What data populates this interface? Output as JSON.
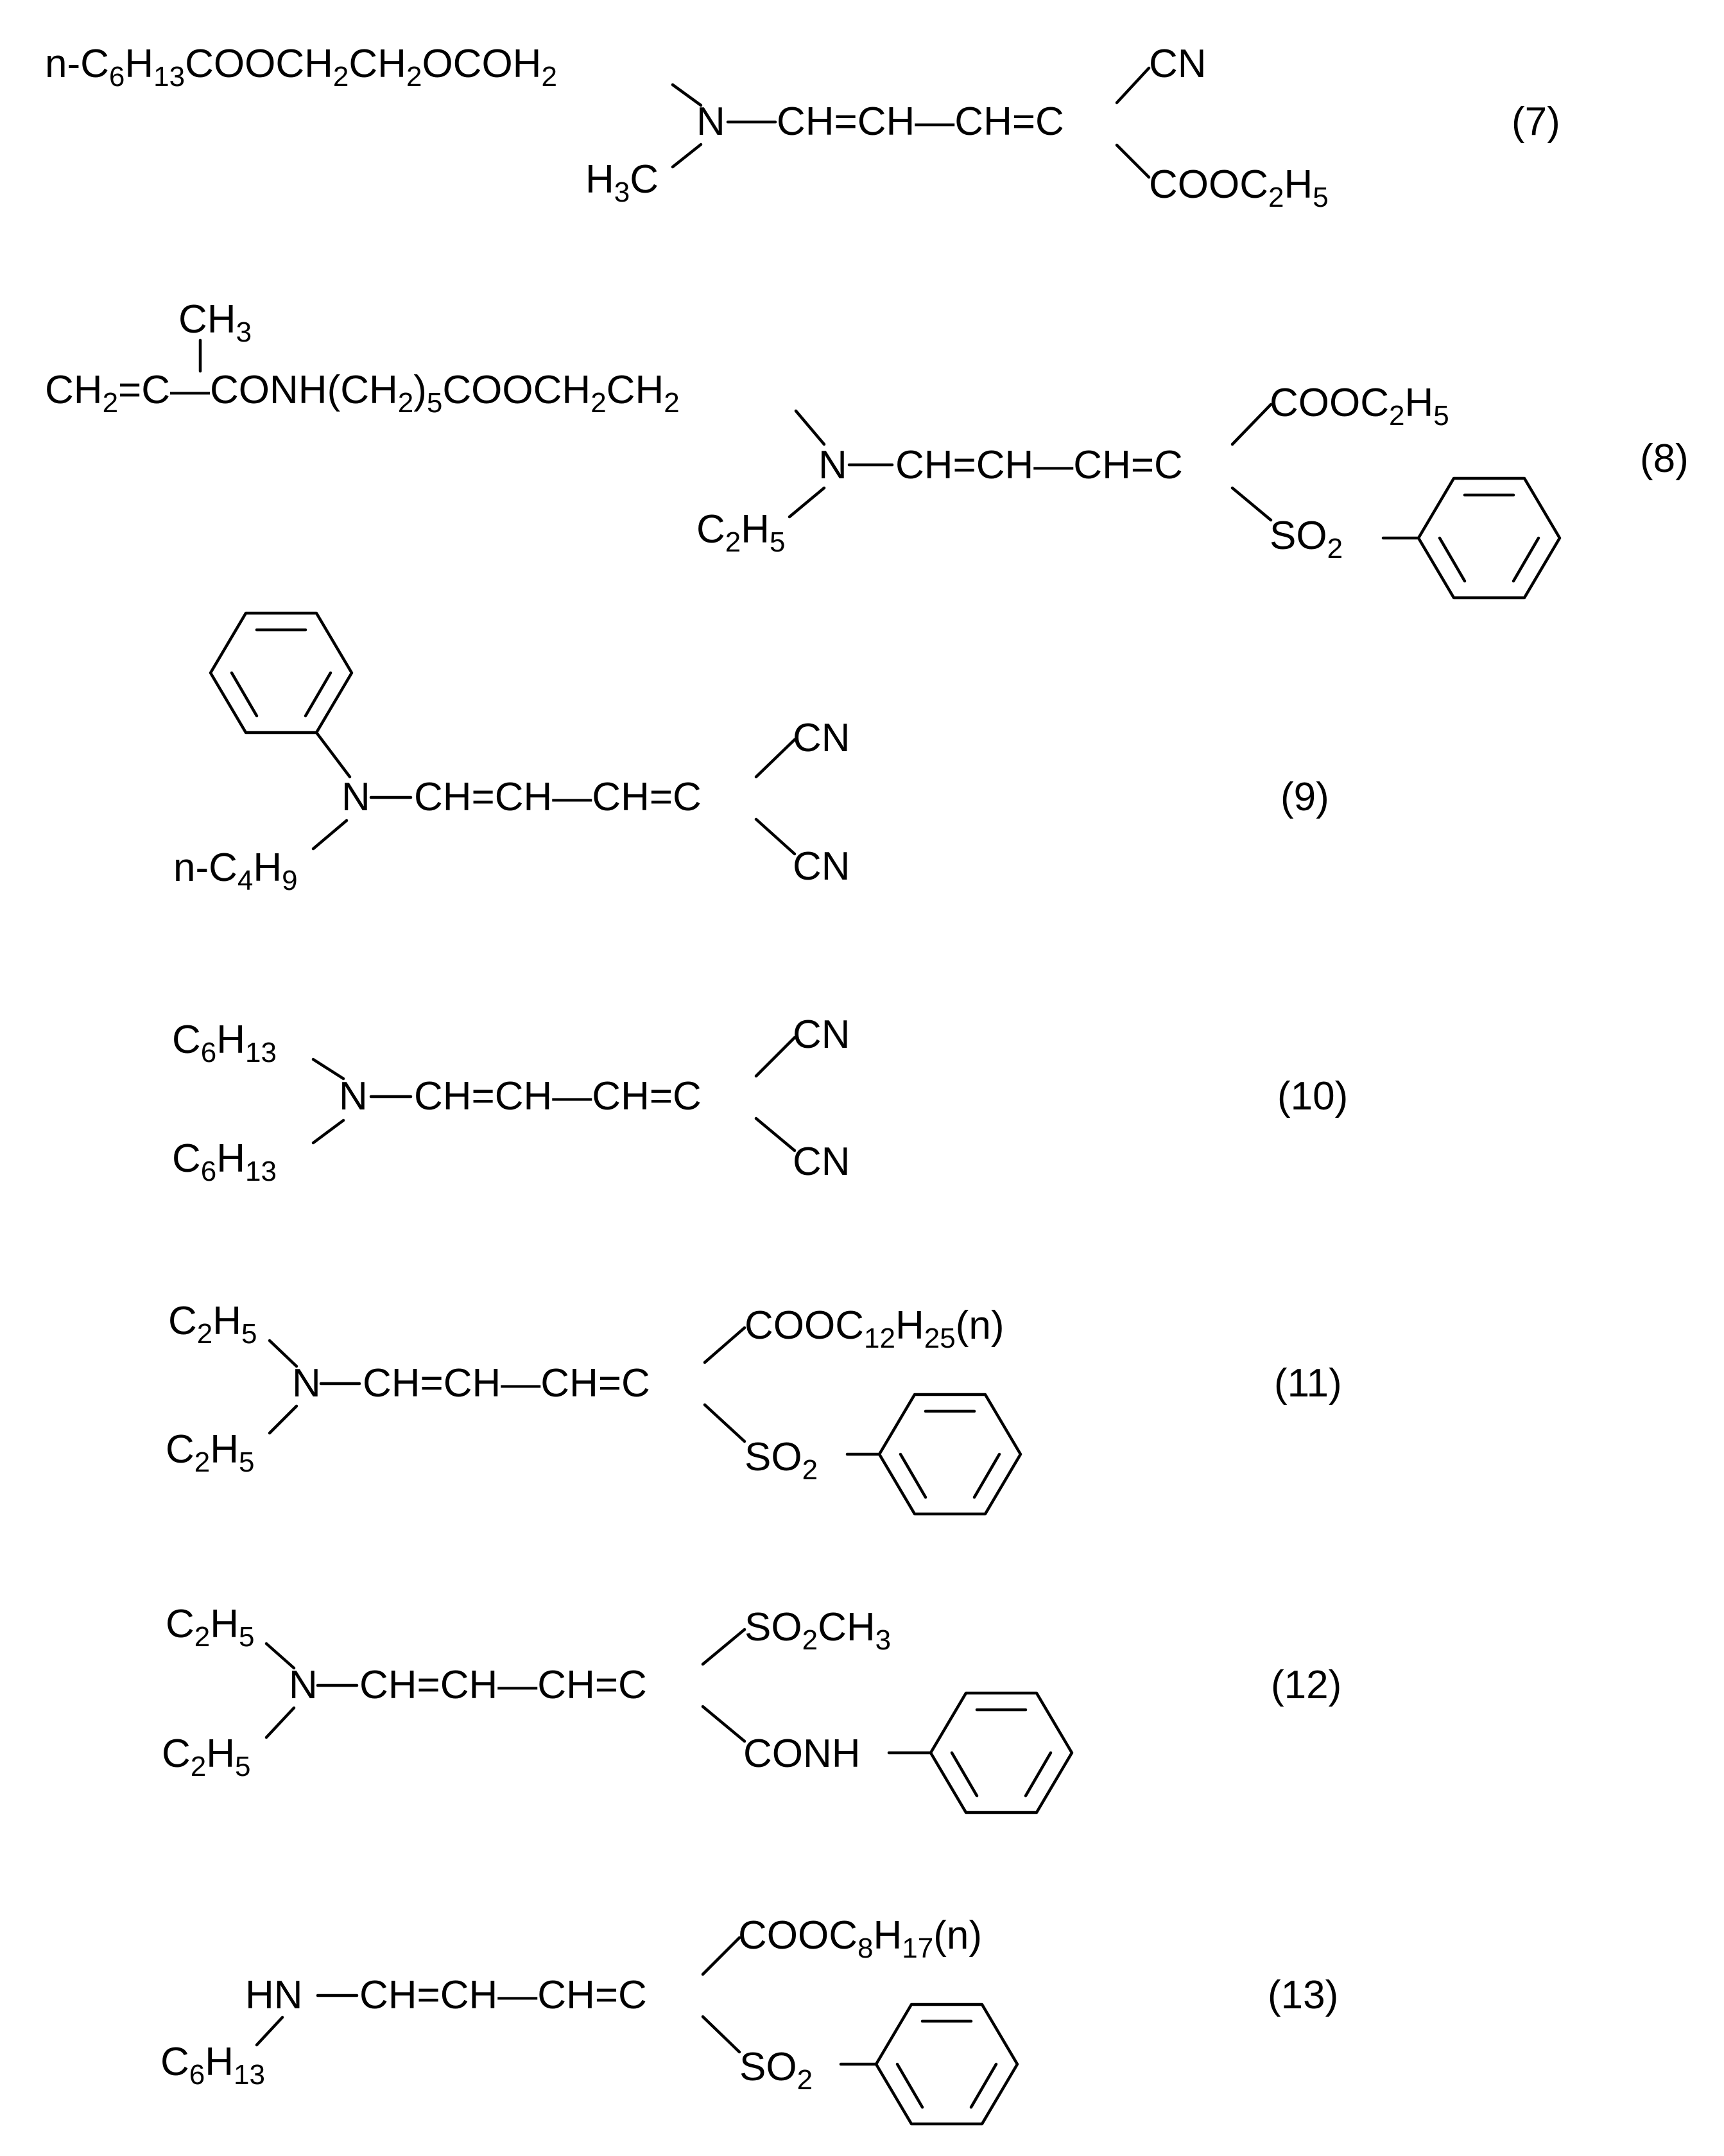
{
  "compounds": [
    {
      "number": "(7)",
      "chain": "n-C6H13COOCH2CH2OCOH2",
      "amine": "N",
      "n_sub2": "H3C",
      "backbone": "CH=CH—CH=C",
      "top": "CN",
      "bottom": "COOC2H5"
    },
    {
      "number": "(8)",
      "methyl": "CH3",
      "chain": "CH2=C—CONH(CH2)5COOCH2CH2",
      "amine": "N",
      "n_sub2": "C2H5",
      "backbone": "CH=CH—CH=C",
      "top": "COOC2H5",
      "bottom": "SO2",
      "ring": "phenyl-ring-icon"
    },
    {
      "number": "(9)",
      "ring": "phenyl-ring-icon",
      "amine": "N",
      "n_sub2": "n-C4H9",
      "backbone": "CH=CH—CH=C",
      "top": "CN",
      "bottom": "CN"
    },
    {
      "number": "(10)",
      "n_sub1": "C6H13",
      "amine": "N",
      "n_sub2": "C6H13",
      "backbone": "CH=CH—CH=C",
      "top": "CN",
      "bottom": "CN"
    },
    {
      "number": "(11)",
      "n_sub1": "C2H5",
      "amine": "N",
      "n_sub2": "C2H5",
      "backbone": "CH=CH—CH=C",
      "top": "COOC12H25(n)",
      "bottom": "SO2",
      "ring": "phenyl-ring-icon"
    },
    {
      "number": "(12)",
      "n_sub1": "C2H5",
      "amine": "N",
      "n_sub2": "C2H5",
      "backbone": "CH=CH—CH=C",
      "top": "SO2CH3",
      "bottom": "CONH",
      "ring": "phenyl-ring-icon"
    },
    {
      "number": "(13)",
      "amine": "HN",
      "n_sub2": "C6H13",
      "backbone": "CH=CH—CH=C",
      "top": "COOC8H17(n)",
      "bottom": "SO2",
      "ring": "phenyl-ring-icon"
    }
  ]
}
